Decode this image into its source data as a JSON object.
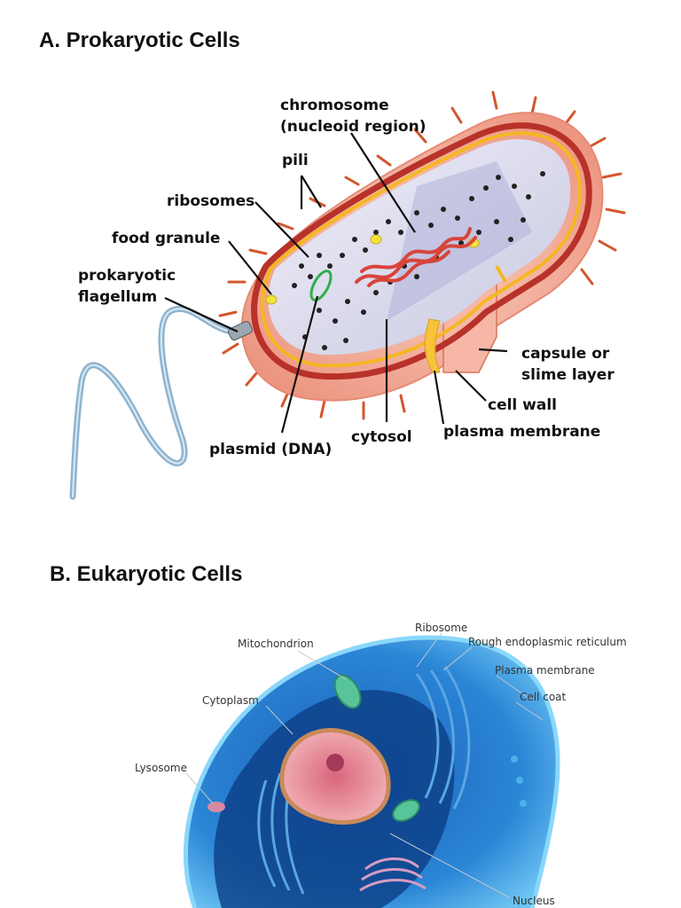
{
  "sections": [
    {
      "title": "A. Prokaryotic Cells",
      "labels": {
        "chromosome": "chromosome",
        "nucleoid": "(nucleoid region)",
        "pili": "pili",
        "ribosomes": "ribosomes",
        "food_granule": "food granule",
        "flagellum_1": "prokaryotic",
        "flagellum_2": "flagellum",
        "capsule_1": "capsule or",
        "capsule_2": "slime layer",
        "cell_wall": "cell wall",
        "plasma_membrane": "plasma membrane",
        "cytosol": "cytosol",
        "plasmid": "plasmid (DNA)"
      }
    },
    {
      "title": "B. Eukaryotic Cells",
      "labels": {
        "ribosome": "Ribosome",
        "rough_er": "Rough endoplasmic reticulum",
        "mitochondrion": "Mitochondrion",
        "plasma_membrane": "Plasma membrane",
        "cell_coat": "Cell coat",
        "cytoplasm": "Cytoplasm",
        "lysosome": "Lysosome",
        "nucleus": "Nucleus"
      }
    }
  ],
  "colors": {
    "capsule": "#f2a48e",
    "cell_wall": "#b8322a",
    "membrane": "#f5b722",
    "cytosol": "#dcdcf0",
    "chromosome": "#d8443a",
    "plasmid": "#2fae4a",
    "flagellum": "#8fb4cf",
    "euk_outer": "#2e8fd6",
    "euk_inner": "#0c3e83",
    "nucleus": "#e89aa4"
  }
}
